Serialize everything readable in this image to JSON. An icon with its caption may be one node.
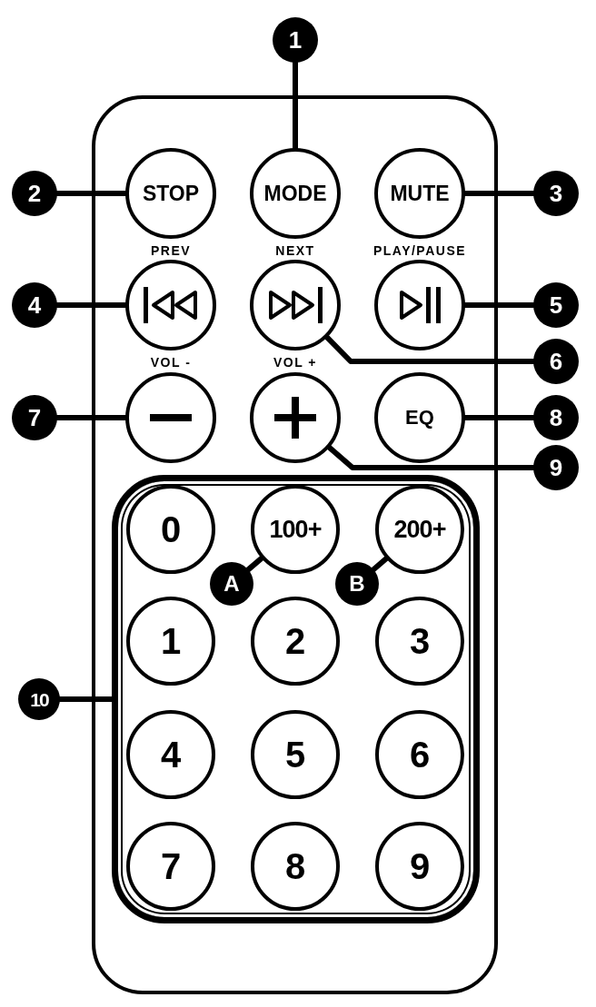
{
  "diagram": {
    "nodes": [
      {
        "text": [
          "1"
        ]
      },
      {
        "text": [],
        "shape": "box"
      },
      {
        "text": [
          "2"
        ]
      },
      {
        "text": [
          "STOP"
        ],
        "in": 1
      },
      {
        "text": [
          "MODE"
        ],
        "in": 1
      },
      {
        "text": [
          "MUTE"
        ],
        "in": 1
      },
      {
        "text": [
          "3"
        ]
      },
      {
        "text": [
          "4"
        ]
      },
      {
        "text": [],
        "shape": "circle",
        "in": 1,
        "beside": [
          "PREV"
        ]
      },
      {
        "text": [],
        "shape": "circle",
        "in": 1,
        "beside": [
          "NEXT"
        ]
      },
      {
        "text": [],
        "shape": "circle",
        "in": 1,
        "beside": [
          "PLAY/PAUSE"
        ]
      },
      {
        "text": [
          "5"
        ]
      },
      {
        "text": [
          "6"
        ]
      },
      {
        "text": [
          "7"
        ]
      },
      {
        "text": [],
        "shape": "circle",
        "in": 1,
        "beside": [
          "VOL -"
        ]
      },
      {
        "text": [],
        "shape": "circle",
        "in": 1,
        "beside": [
          "VOL +"
        ]
      },
      {
        "text": [
          "EQ"
        ],
        "in": 1
      },
      {
        "text": [
          "8"
        ]
      },
      {
        "text": [
          "9"
        ]
      },
      {
        "text": [],
        "shape": "box",
        "in": 1
      },
      {
        "text": [
          "0"
        ],
        "in": 19
      },
      {
        "text": [
          "100+"
        ],
        "in": 19
      },
      {
        "text": [
          "200+"
        ],
        "in": 19
      },
      {
        "text": [
          "A"
        ],
        "in": 19
      },
      {
        "text": [
          "B"
        ],
        "in": 19
      },
      {
        "text": [
          "1"
        ],
        "in": 19
      },
      {
        "text": [
          "2"
        ],
        "in": 19
      },
      {
        "text": [
          "3"
        ],
        "in": 19
      },
      {
        "text": [
          "10"
        ]
      },
      {
        "text": [
          "4"
        ],
        "in": 19
      },
      {
        "text": [
          "5"
        ],
        "in": 19
      },
      {
        "text": [
          "6"
        ],
        "in": 19
      },
      {
        "text": [
          "7"
        ],
        "in": 19
      },
      {
        "text": [
          "8"
        ],
        "in": 19
      },
      {
        "text": [
          "9"
        ],
        "in": 19
      }
    ],
    "edges": [
      {
        "from": 0,
        "to": 4,
        "arrow": "none"
      },
      {
        "from": 2,
        "to": 3,
        "arrow": "none"
      },
      {
        "from": 6,
        "to": 5,
        "arrow": "none"
      },
      {
        "from": 7,
        "to": 8,
        "arrow": "none"
      },
      {
        "from": 11,
        "to": 10,
        "arrow": "none"
      },
      {
        "from": 12,
        "to": 9,
        "arrow": "none"
      },
      {
        "from": 13,
        "to": 14,
        "arrow": "none"
      },
      {
        "from": 17,
        "to": 16,
        "arrow": "none"
      },
      {
        "from": 18,
        "to": 15,
        "arrow": "none"
      },
      {
        "from": 23,
        "to": 21,
        "arrow": "none"
      },
      {
        "from": 24,
        "to": 22,
        "arrow": "none"
      },
      {
        "from": 28,
        "to": 19,
        "arrow": "none"
      }
    ]
  }
}
